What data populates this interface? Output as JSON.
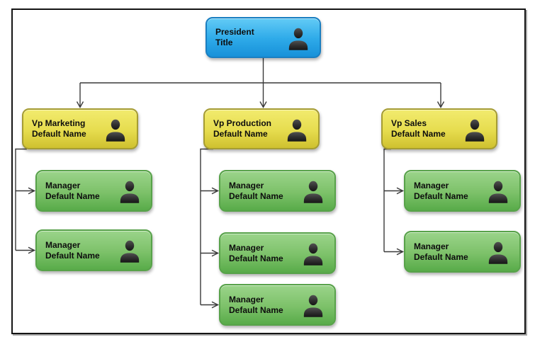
{
  "org_chart": {
    "president": {
      "title": "President",
      "subtitle": "Title"
    },
    "vps": [
      {
        "title": "Vp Marketing",
        "subtitle": "Default Name",
        "managers": [
          {
            "title": "Manager",
            "subtitle": "Default Name"
          },
          {
            "title": "Manager",
            "subtitle": "Default Name"
          }
        ]
      },
      {
        "title": "Vp Production",
        "subtitle": "Default Name",
        "managers": [
          {
            "title": "Manager",
            "subtitle": "Default Name"
          },
          {
            "title": "Manager",
            "subtitle": "Default Name"
          },
          {
            "title": "Manager",
            "subtitle": "Default Name"
          }
        ]
      },
      {
        "title": "Vp Sales",
        "subtitle": "Default Name",
        "managers": [
          {
            "title": "Manager",
            "subtitle": "Default Name"
          },
          {
            "title": "Manager",
            "subtitle": "Default Name"
          }
        ]
      }
    ]
  },
  "colors": {
    "president_box": "#2fabe9",
    "vp_box": "#e6dc4e",
    "manager_box": "#7cc169",
    "connector": "#3a3a3a",
    "person_icon": "#2b2b2b",
    "border_frame": "#141414"
  },
  "icons": {
    "person": "person-icon"
  }
}
